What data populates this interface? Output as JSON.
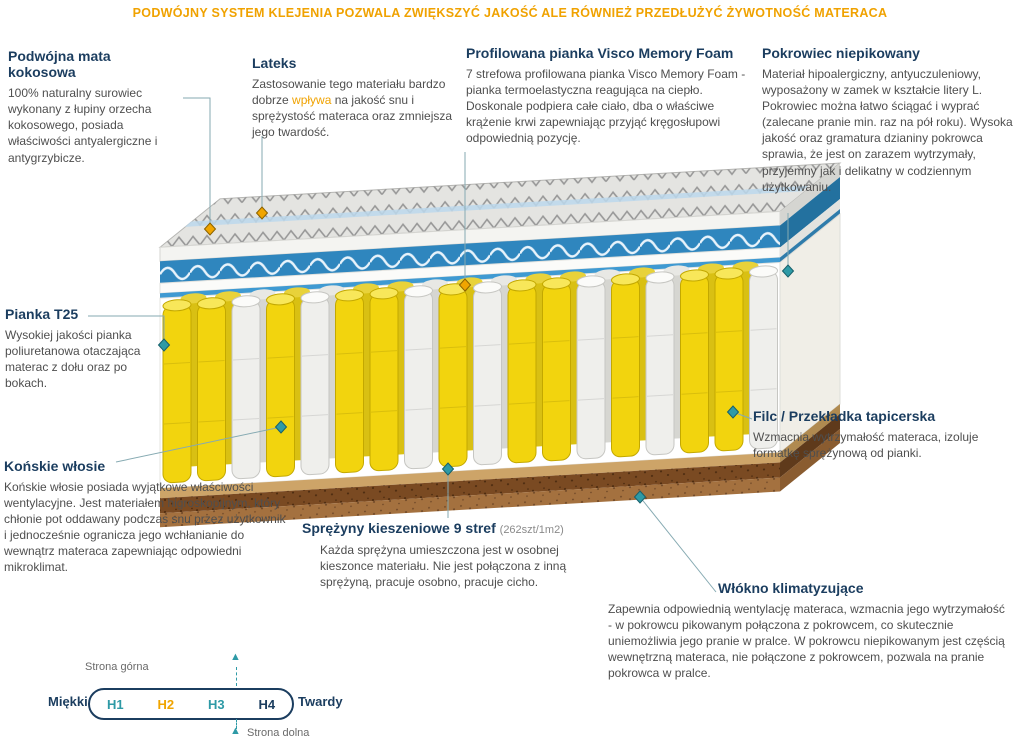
{
  "banner": {
    "text": "PODWÓJNY SYSTEM KLEJENIA POZWALA ZWIĘKSZYĆ JAKOŚĆ ALE RÓWNIEŻ PRZEDŁUŻYĆ ŻYWOTNOŚĆ MATERACA"
  },
  "callouts": {
    "coco_mat": {
      "title": "Podwójna mata kokosowa",
      "body": "100% naturalny surowiec wykonany z łupiny orzecha kokosowego, posiada właściwości antyalergiczne i antygrzybicze."
    },
    "latex": {
      "title": "Lateks",
      "body_pre": "Zastosowanie tego materiału bardzo dobrze ",
      "body_highlight": "wpływa",
      "body_post": " na jakość snu i sprężystość materaca oraz zmniejsza jego twardość."
    },
    "visco": {
      "title": "Profilowana pianka Visco Memory Foam",
      "body": "7 strefowa profilowana pianka Visco Memory Foam - pianka termoelastyczna reagująca na ciepło. Doskonale podpiera całe ciało, dba o właściwe krążenie krwi zapewniając przyjąć kręgosłupowi odpowiednią pozycję."
    },
    "cover": {
      "title": "Pokrowiec niepikowany",
      "body": "Materiał hipoalergiczny, antyuczuleniowy, wyposażony w zamek w kształcie litery L. Pokrowiec można łatwo ściągać i wyprać (zalecane pranie min. raz na pół roku). Wysoka jakość oraz gramatura dzianiny pokrowca sprawia, że jest on zarazem wytrzymały, przyjemny jak i delikatny w codziennym użytkowaniu."
    },
    "t25_foam": {
      "title": "Pianka T25",
      "body": "Wysokiej jakości pianka poliuretanowa otaczająca materac z dołu oraz po bokach."
    },
    "horsehair": {
      "title": "Końskie włosie",
      "body": "Końskie włosie posiada wyjątkowe właściwości wentylacyjne. Jest materiałem higroskopijnym, który chłonie pot oddawany podczas snu przez użytkownik i jednocześnie ogranicza jego wchłanianie do wewnątrz materaca zapewniając odpowiedni mikroklimat."
    },
    "springs": {
      "title": "Sprężyny kieszeniowe 9 stref",
      "subtitle": "(262szt/1m2)",
      "body": "Każda sprężyna umieszczona jest w osobnej kieszonce materiału. Nie jest połączona z inną sprężyną, pracuje osobno, pracuje cicho."
    },
    "felt": {
      "title": "Filc / Przekładka tapicerska",
      "body": "Wzmacnia wytrzymałość materaca, izoluje formatkę sprężynową od pianki."
    },
    "climate_fiber": {
      "title": "Włókno klimatyzujące",
      "body": "Zapewnia odpowiednią wentylację materaca, wzmacnia jego wytrzymałość - w pokrowcu pikowanym połączona z pokrowcem, co skutecznie uniemożliwia jego pranie w pralce. W pokrowcu niepikowanym jest częścią wewnętrzną materaca, nie połączone z pokrowcem, pozwala na pranie pokrowca w pralce."
    }
  },
  "hardness_scale": {
    "top_side_label": "Strona górna",
    "bottom_side_label": "Strona dolna",
    "soft_label": "Miękki",
    "hard_label": "Twardy",
    "levels": [
      {
        "label": "H1",
        "color": "#2e9aa6"
      },
      {
        "label": "H2",
        "color": "#f0a500"
      },
      {
        "label": "H3",
        "color": "#2e9aa6"
      },
      {
        "label": "H4",
        "color": "#1b3d5f"
      }
    ]
  },
  "colors": {
    "accent_orange": "#f0a500",
    "accent_teal": "#2e9aa6",
    "heading_navy": "#1b3d5f",
    "latex_blue": "#2f86be"
  }
}
